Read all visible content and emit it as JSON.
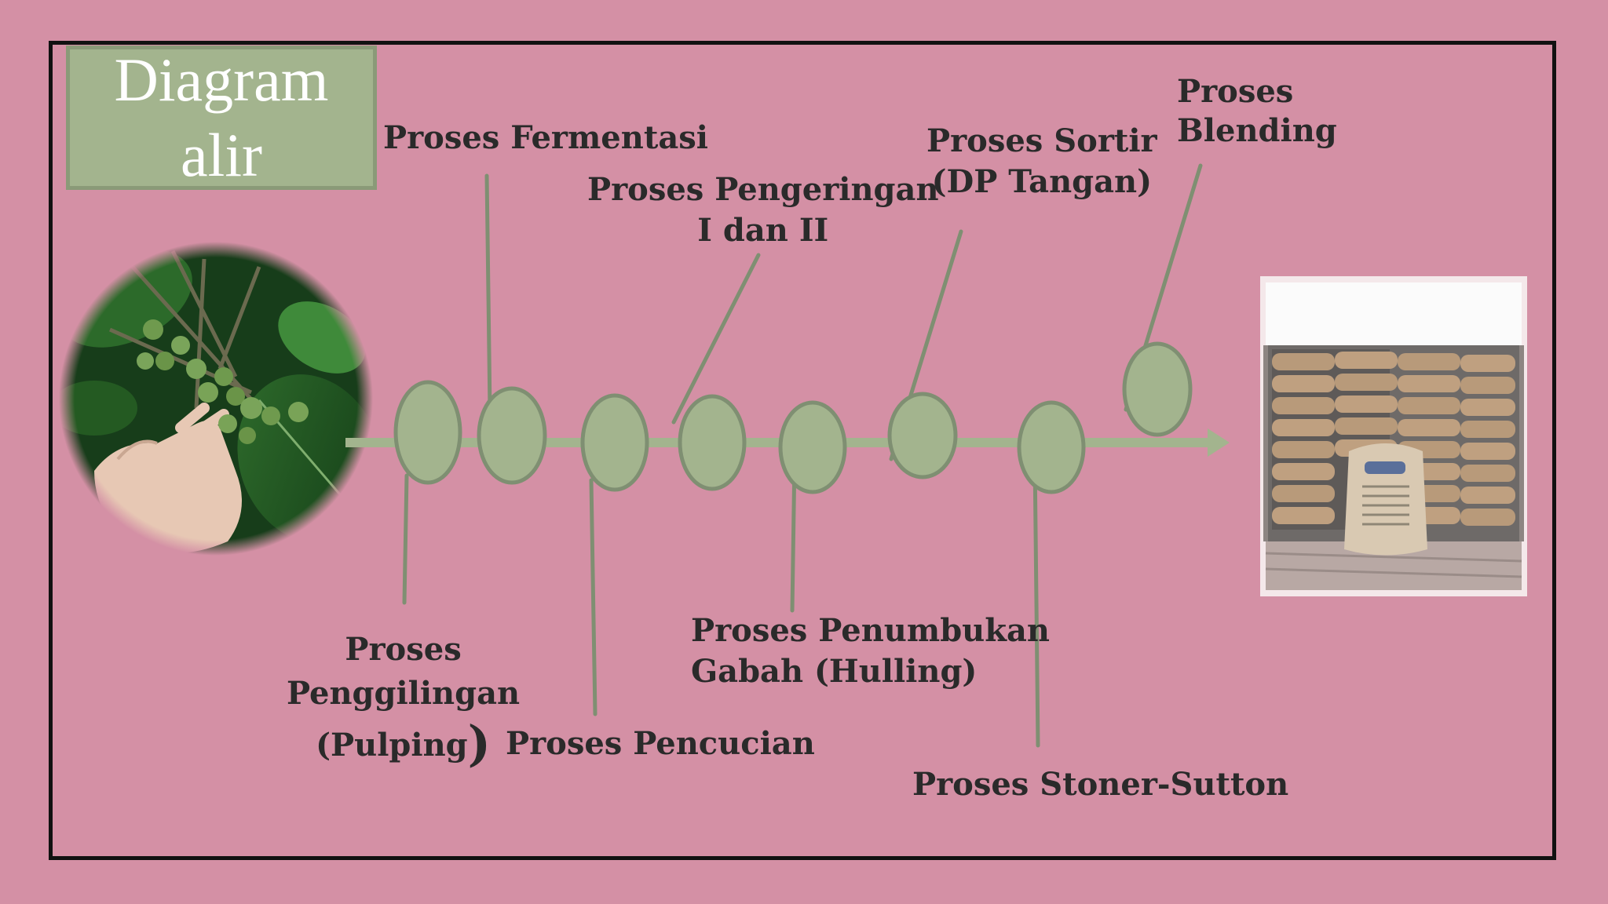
{
  "title": {
    "line1": "Diagram",
    "line2": "alir"
  },
  "steps": [
    {
      "line1": "Proses",
      "line2": "Penggilingan",
      "line3": "(Pulping",
      "line3_end": ")"
    },
    {
      "label": "Proses Fermentasi"
    },
    {
      "label": "Proses Pencucian"
    },
    {
      "line1": "Proses Pengeringan",
      "line2": "I dan II"
    },
    {
      "line1": "Proses Penumbukan",
      "line2": "Gabah (Hulling)"
    },
    {
      "line1": "Proses Sortir",
      "line2": "(DP Tangan)"
    },
    {
      "label": "Proses Stoner-Sutton"
    },
    {
      "line1": "Proses",
      "line2": "Blending"
    }
  ],
  "colors": {
    "background": "#d490a5",
    "node_fill": "#a3b48e",
    "node_stroke": "#7f8f72",
    "connector": "#7f8f72",
    "flow_arrow": "#a3b48e",
    "frame": "#111111"
  },
  "images": {
    "left": "coffee-cherries-photo",
    "right": "coffee-sacks-photo"
  }
}
